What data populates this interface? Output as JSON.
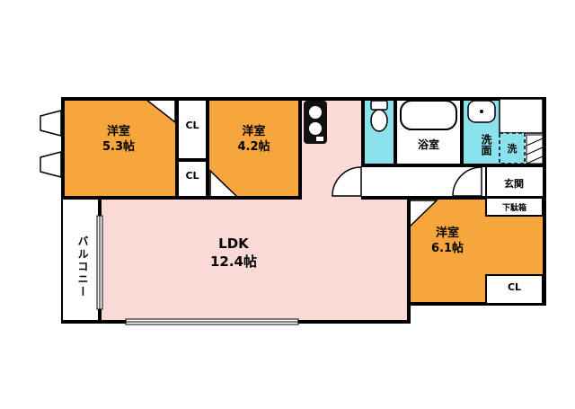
{
  "floorplan": {
    "colors": {
      "room_orange": "#F6A63C",
      "ldk_pink": "#F9DAD6",
      "water_cyan": "#8BE2EC",
      "wall": "#000000"
    },
    "rooms": {
      "room_5_3": {
        "name": "洋室",
        "size": "5.3帖"
      },
      "room_4_2": {
        "name": "洋室",
        "size": "4.2帖"
      },
      "room_6_1": {
        "name": "洋室",
        "size": "6.1帖"
      },
      "ldk": {
        "name": "LDK",
        "size": "12.4帖"
      },
      "closet_top": {
        "label": "CL"
      },
      "closet_mid": {
        "label": "CL"
      },
      "closet_bottom_right": {
        "label": "CL"
      },
      "bathroom": {
        "label": "浴室"
      },
      "washroom": {
        "label": "洗面"
      },
      "laundry": {
        "label": "洗"
      },
      "entrance": {
        "label": "玄関"
      },
      "shoe_cabinet": {
        "label": "下駄箱"
      },
      "balcony": {
        "label": "バルコニー"
      }
    },
    "icons": [
      "stove-icon",
      "bathtub-icon",
      "toilet-icon",
      "sink-icon"
    ]
  }
}
